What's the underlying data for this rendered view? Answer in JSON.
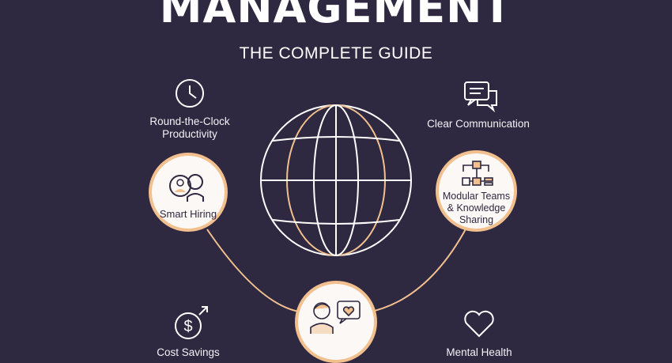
{
  "header": {
    "title": "MANAGEMENT",
    "subtitle": "THE COMPLETE GUIDE"
  },
  "colors": {
    "background": "#2e2840",
    "accent": "#f2c08e",
    "text": "#ffffff"
  },
  "features": [
    {
      "label_lines": [
        "Round-the-Clock",
        "Productivity"
      ],
      "icon": "clock-icon"
    },
    {
      "label": "Clear Communication",
      "icon": "chat-bubbles-icon"
    },
    {
      "label": "Smart Hiring",
      "icon": "candidate-search-icon"
    },
    {
      "label_lines": [
        "Modular Teams",
        "& Knowledge",
        "Sharing"
      ],
      "icon": "org-chart-icon"
    },
    {
      "label": "Cost Savings",
      "icon": "dollar-growth-icon"
    },
    {
      "label": "",
      "icon": "person-heart-chat-icon"
    },
    {
      "label": "Mental Health",
      "icon": "heart-icon"
    }
  ],
  "center_icon": "globe-icon"
}
